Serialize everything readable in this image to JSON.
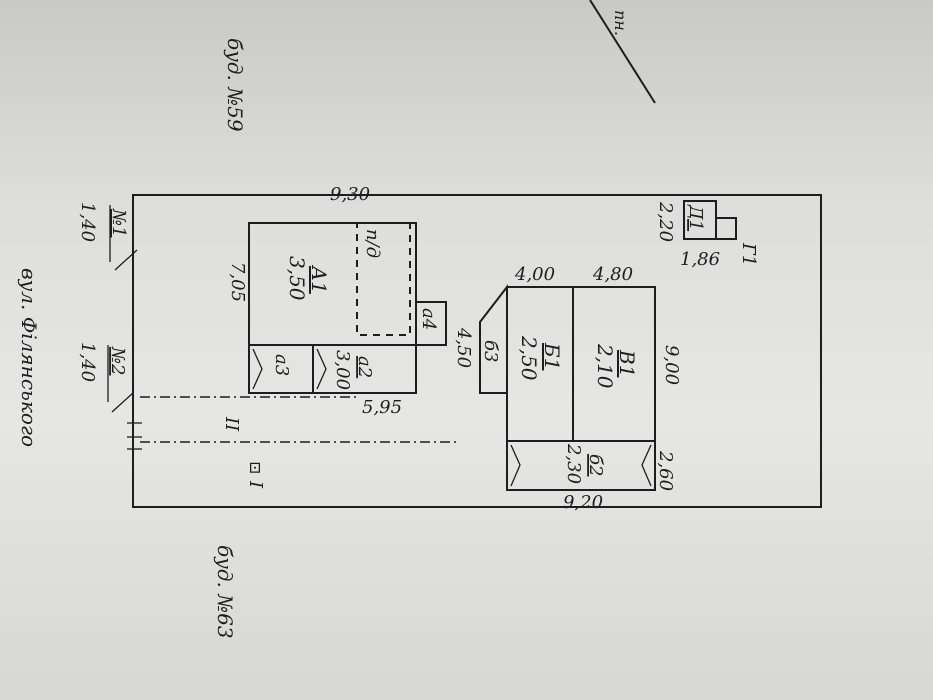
{
  "streets": {
    "street_label": "вул. Філянського",
    "corner_label": "пн."
  },
  "neighbors": {
    "left": "буд. №59",
    "right": "буд. №63"
  },
  "plot": {
    "corner1_id": "№1",
    "corner1_val": "1,40",
    "corner2_id": "№2",
    "corner2_val": "1,40",
    "top_right_dim": "9,20"
  },
  "building_A": {
    "label_name": "А1",
    "label_height": "3,50",
    "length": "9,30",
    "width": "7,05",
    "cellar": "п/д",
    "porch_a4": "а4",
    "ext_a2_name": "а2",
    "ext_a2_height": "3,00",
    "ext_a3": "а3",
    "ext_width": "5,95"
  },
  "building_B": {
    "b1_name": "Б1",
    "b1_height": "2,50",
    "v1_name": "В1",
    "v1_height": "2,10",
    "b3": "б3",
    "b3_dim": "4,50",
    "dim_b1": "4,00",
    "dim_v1": "4,80",
    "length": "9,00",
    "b2_name": "б2",
    "b2_height": "2,30",
    "b2_dim": "2,60"
  },
  "outbuildings": {
    "d1_name": "Д1",
    "d1_height": "2,20",
    "g1_name": "Г1",
    "g1_dim": "1,86"
  },
  "site_marks": {
    "gate_label": "II",
    "well_label": "I",
    "well_symbol": "⊡"
  }
}
